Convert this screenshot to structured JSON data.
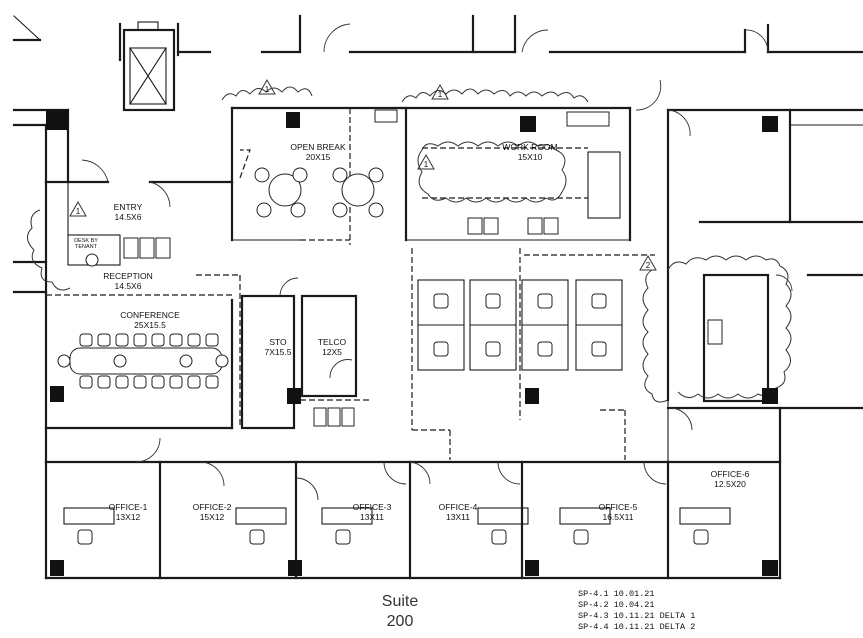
{
  "rooms": [
    {
      "name": "OPEN BREAK",
      "size": "20X15"
    },
    {
      "name": "WORK ROOM",
      "size": "15X10"
    },
    {
      "name": "ENTRY",
      "size": "14.5X6"
    },
    {
      "name": "RECEPTION",
      "size": "14.5X6"
    },
    {
      "name": "CONFERENCE",
      "size": "25X15.5"
    },
    {
      "name": "STO",
      "size": "7X15.5"
    },
    {
      "name": "TELCO",
      "size": "12X5"
    },
    {
      "name": "OFFICE-1",
      "size": "13X12"
    },
    {
      "name": "OFFICE-2",
      "size": "15X12"
    },
    {
      "name": "OFFICE-3",
      "size": "13X11"
    },
    {
      "name": "OFFICE-4",
      "size": "13X11"
    },
    {
      "name": "OFFICE-5",
      "size": "16.5X11"
    },
    {
      "name": "OFFICE-6",
      "size": "12.5X20"
    }
  ],
  "desk_label": {
    "line1": "DESK BY",
    "line2": "TENANT"
  },
  "deltas": [
    "1",
    "1",
    "1",
    "2"
  ],
  "suite": {
    "line1": "Suite",
    "line2": "200"
  },
  "revisions": [
    "SP-4.1  10.01.21",
    "SP-4.2  10.04.21",
    "SP-4.3  10.11.21  DELTA 1",
    "SP-4.4  10.11.21  DELTA 2"
  ]
}
